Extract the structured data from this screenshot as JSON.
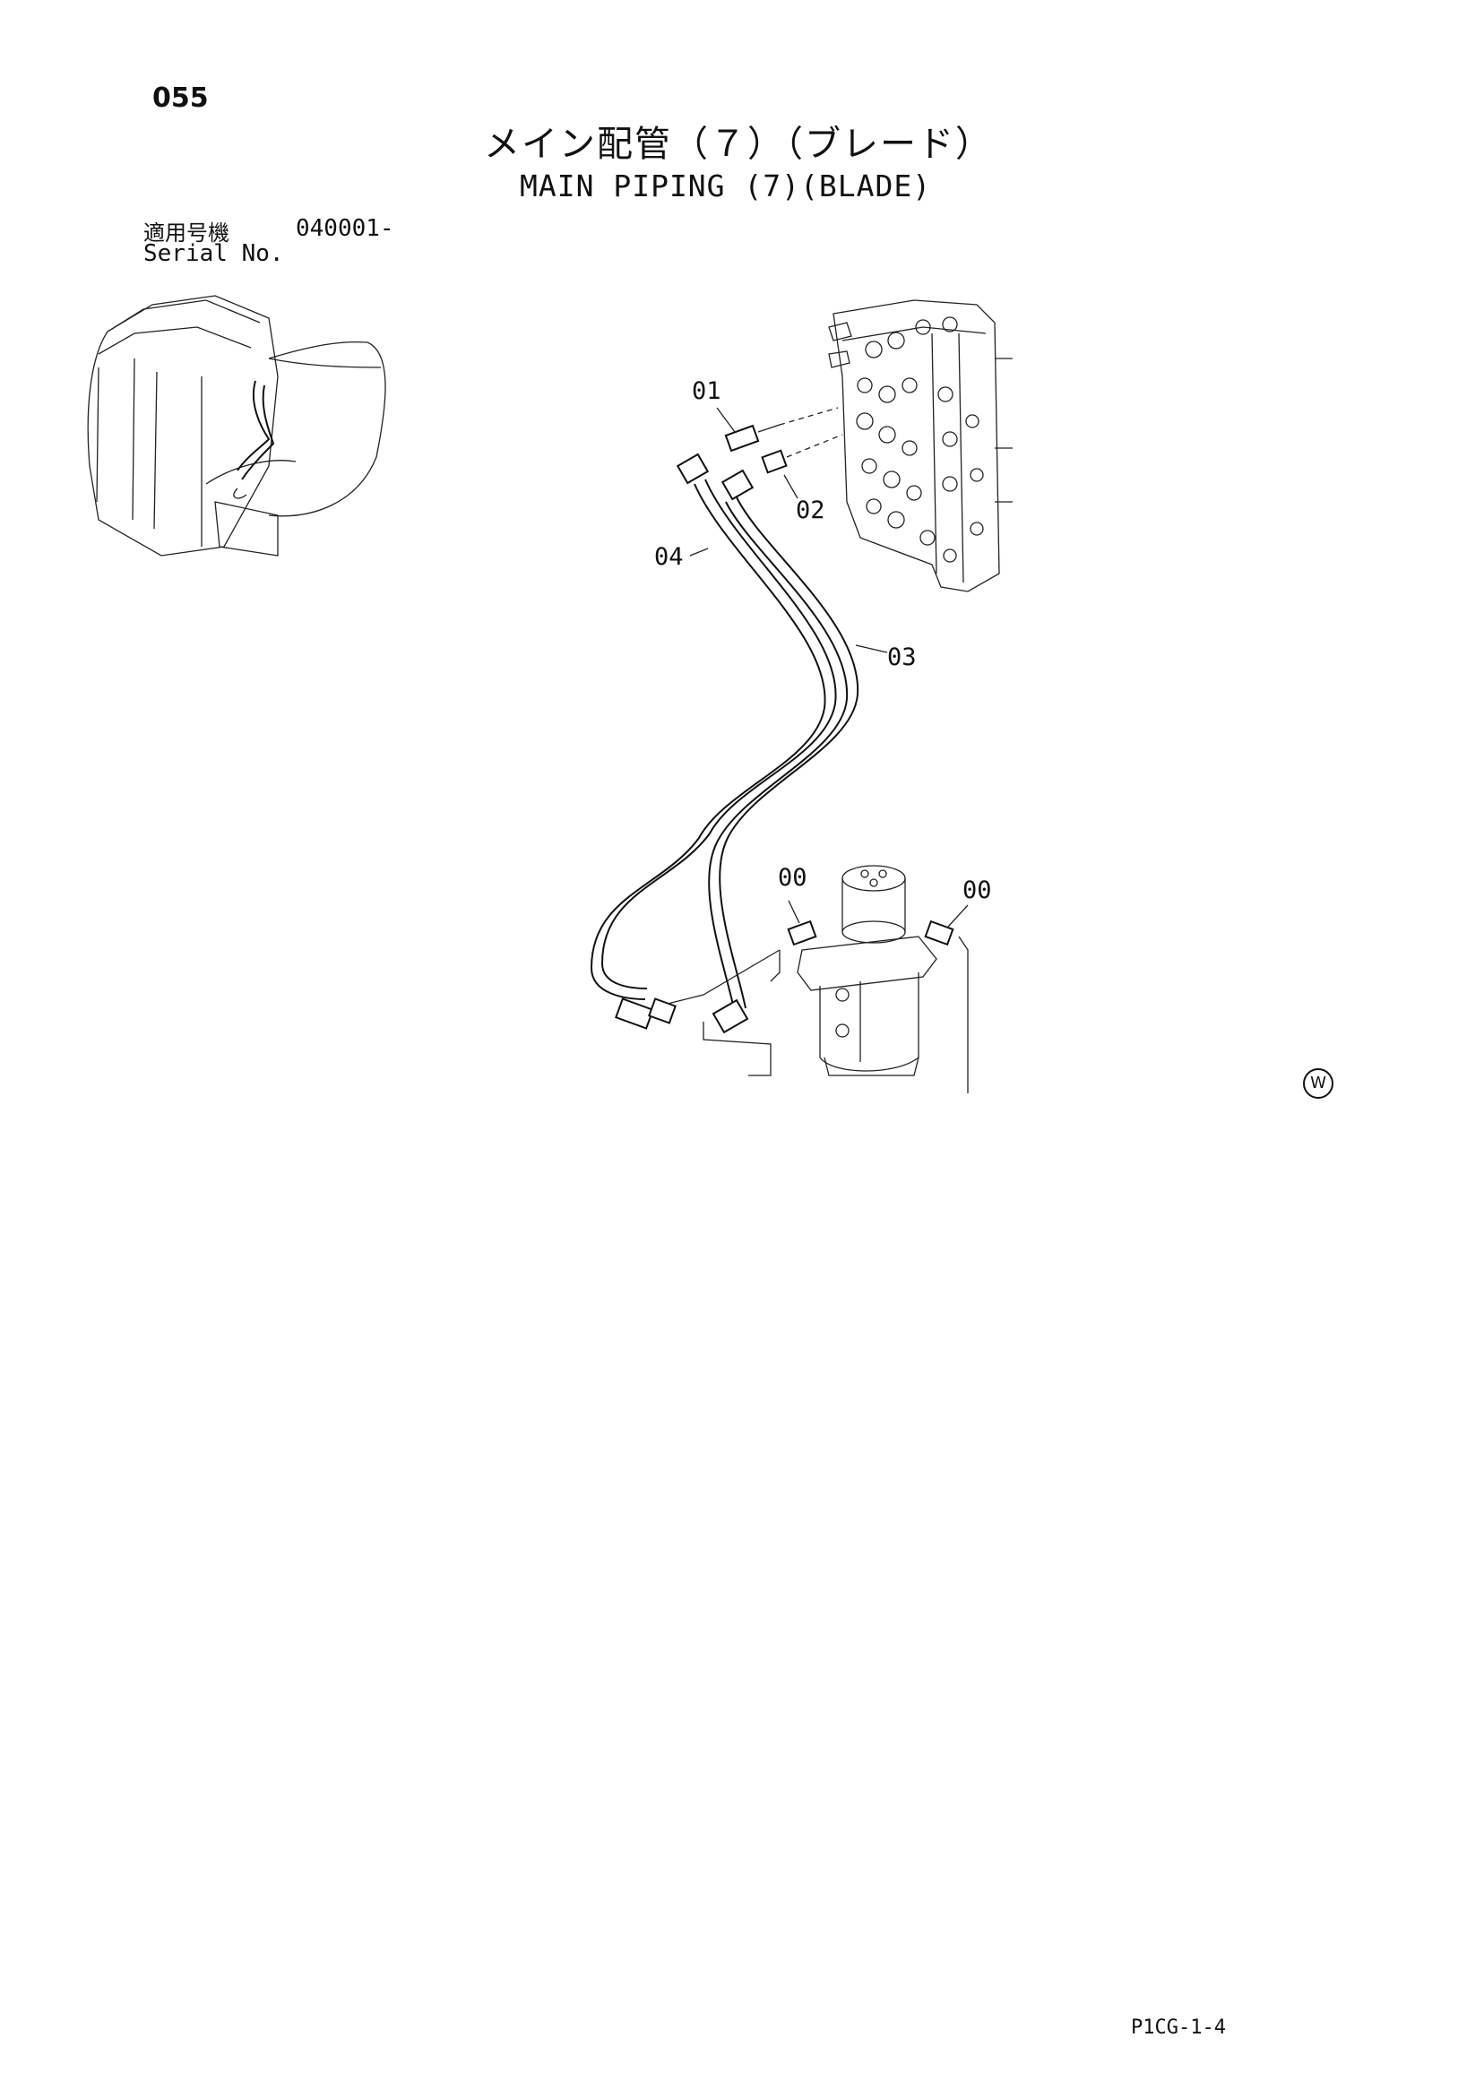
{
  "header": {
    "page_number": "055",
    "title_jp": "メイン配管（７）（ブレード）",
    "title_en": "MAIN PIPING (7)(BLADE)"
  },
  "serial": {
    "label_jp": "適用号機",
    "number": "040001-",
    "label_en": "Serial No."
  },
  "callouts": {
    "c01": "01",
    "c02": "02",
    "c03": "03",
    "c04": "04",
    "c00_left": "00",
    "c00_right": "00"
  },
  "footer": {
    "code": "P1CG-1-4",
    "w_mark": "W"
  }
}
